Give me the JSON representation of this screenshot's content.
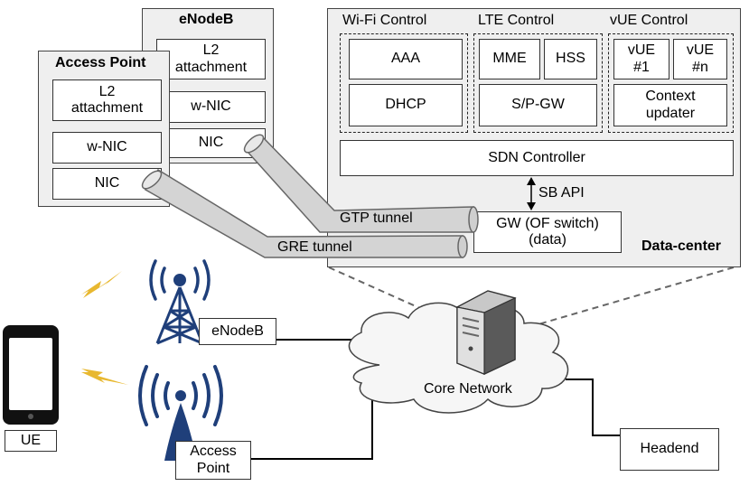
{
  "datacenter": {
    "label": "Data-center",
    "wifi_control": {
      "title": "Wi-Fi Control",
      "aaa": "AAA",
      "dhcp": "DHCP"
    },
    "lte_control": {
      "title": "LTE Control",
      "mme": "MME",
      "hss": "HSS",
      "spgw": "S/P-GW"
    },
    "vue_control": {
      "title": "vUE Control",
      "vue1_line1": "vUE",
      "vue1_line2": "#1",
      "vuen_line1": "vUE",
      "vuen_line2": "#n",
      "context_line1": "Context",
      "context_line2": "updater"
    },
    "sdn_controller": "SDN Controller",
    "sb_api": "SB API",
    "gw_line1": "GW (OF switch)",
    "gw_line2": "(data)"
  },
  "enodeb_panel": {
    "title": "eNodeB",
    "l2_line1": "L2",
    "l2_line2": "attachment",
    "wnic": "w-NIC",
    "nic": "NIC"
  },
  "ap_panel": {
    "title": "Access Point",
    "l2_line1": "L2",
    "l2_line2": "attachment",
    "wnic": "w-NIC",
    "nic": "NIC"
  },
  "tunnels": {
    "gtp": "GTP tunnel",
    "gre": "GRE tunnel"
  },
  "network": {
    "enodeb": "eNodeB",
    "ap_line1": "Access",
    "ap_line2": "Point",
    "core": "Core Network",
    "headend": "Headend",
    "ue": "UE"
  },
  "colors": {
    "panel": "#efefef",
    "tunnel": "#d4d4d4",
    "antenna": "#1f3f7a",
    "bolt": "#e8b830"
  },
  "icons": [
    "server-icon",
    "cloud-icon",
    "cell-tower-icon",
    "wifi-antenna-icon",
    "smartphone-icon",
    "lightning-icon"
  ]
}
